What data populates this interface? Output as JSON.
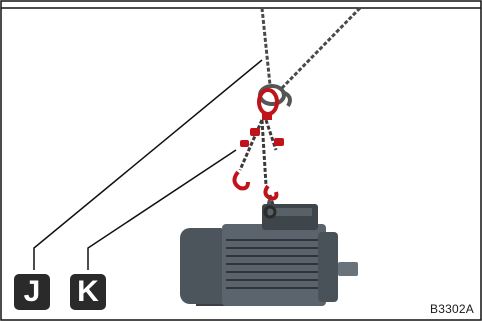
{
  "figure": {
    "reference_code": "B3302A",
    "callouts": [
      {
        "id": "J",
        "label": "J"
      },
      {
        "id": "K",
        "label": "K"
      }
    ],
    "colors": {
      "chain": "#4a4a4a",
      "hook_accent": "#c0141a",
      "motor_body": "#5b646c",
      "motor_dark": "#2f3439",
      "label_bg": "#2a2a2a",
      "frame": "#111111"
    }
  }
}
